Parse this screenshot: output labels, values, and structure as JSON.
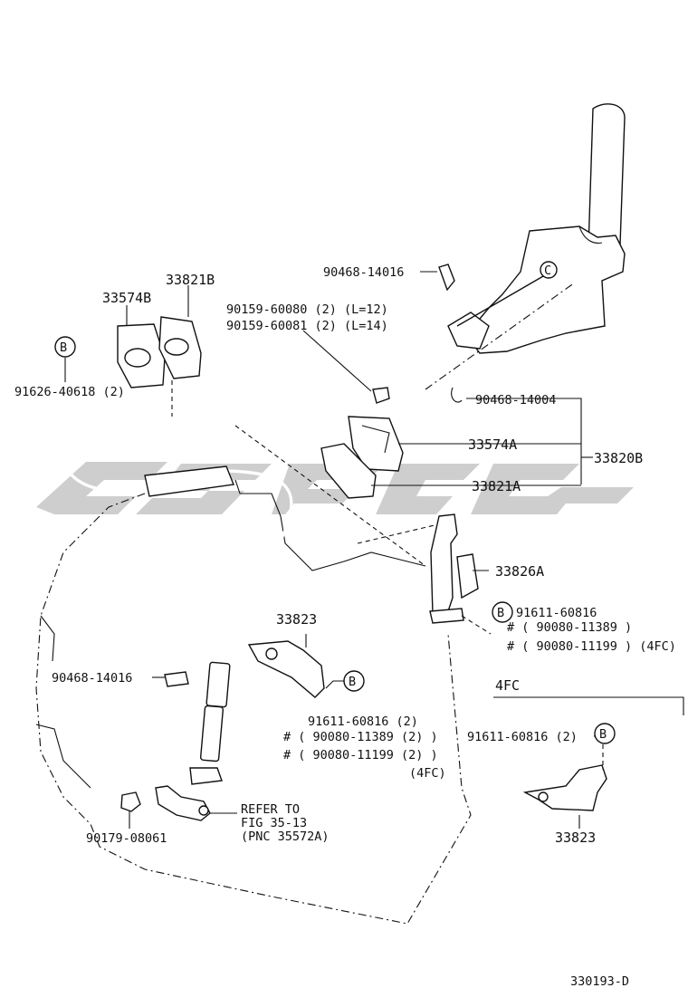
{
  "diagram_code": "330193-D",
  "variant_box_label": "4FC",
  "callout_letter": "B",
  "callout_letter_c": "C",
  "labels": {
    "p33821B": "33821B",
    "p33574B": "33574B",
    "p91626": "91626-40618 (2)",
    "p90468_14016_top": "90468-14016",
    "p90159_60080": "90159-60080 (2) (L=12)",
    "p90159_60081": "90159-60081 (2) (L=14)",
    "p90468_14004": "90468-14004",
    "p33574A": "33574A",
    "p33821A": "33821A",
    "p33820B": "33820B",
    "p33826A": "33826A",
    "p91611_60816_a": "91611-60816",
    "p90080_11389_a": "# ( 90080-11389 )",
    "p90080_11199_a": "# ( 90080-11199 ) (4FC)",
    "p33823_top": "33823",
    "p90468_14016_left": "90468-14016",
    "p91611_60816_b": "91611-60816 (2)",
    "p90080_11389_b": "# ( 90080-11389 (2) )",
    "p90080_11199_b": "# ( 90080-11199 (2) )",
    "p4fc_b": "(4FC)",
    "p90179": "90179-08061",
    "refer1": "REFER TO",
    "refer2": "FIG 35-13",
    "refer3": "(PNC 35572A)",
    "p91611_60816_c": "91611-60816 (2)",
    "p33823_box": "33823"
  }
}
